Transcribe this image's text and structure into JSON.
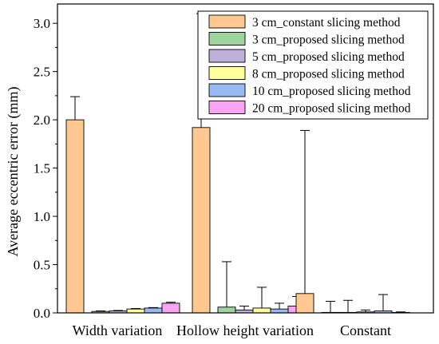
{
  "chart_data": {
    "type": "bar",
    "title": "",
    "xlabel": "",
    "ylabel": "Average eccentric error (mm)",
    "ylim": [
      0,
      3.2
    ],
    "yticks": [
      "0.0",
      "0.5",
      "1.0",
      "1.5",
      "2.0",
      "2.5",
      "3.0"
    ],
    "grid": false,
    "legend_position": "top-right",
    "categories": [
      "Width variation",
      "Hollow height variation",
      "Constant"
    ],
    "series": [
      {
        "name": "3 cm_constant slicing method",
        "color": "#FFC891",
        "values": [
          2.0,
          1.92,
          0.2
        ],
        "errors": [
          0.24,
          1.18,
          1.69
        ]
      },
      {
        "name": "3 cm_proposed slicing method",
        "color": "#9FD49F",
        "values": [
          0.015,
          0.06,
          0.005
        ],
        "errors": [
          0.005,
          0.47,
          0.115
        ]
      },
      {
        "name": "5 cm_proposed slicing method",
        "color": "#BDB1D9",
        "values": [
          0.02,
          0.03,
          0.005
        ],
        "errors": [
          0.005,
          0.04,
          0.125
        ]
      },
      {
        "name": "8 cm_proposed slicing method",
        "color": "#FFFF9E",
        "values": [
          0.04,
          0.05,
          0.01
        ],
        "errors": [
          0.005,
          0.215,
          0.02
        ]
      },
      {
        "name": "10 cm_proposed slicing method",
        "color": "#99B9F2",
        "values": [
          0.05,
          0.04,
          0.02
        ],
        "errors": [
          0.005,
          0.06,
          0.17
        ]
      },
      {
        "name": "20 cm_proposed slicing method",
        "color": "#F7A5F2",
        "values": [
          0.1,
          0.07,
          0.005
        ],
        "errors": [
          0.01,
          0.1,
          0.005
        ]
      }
    ]
  }
}
